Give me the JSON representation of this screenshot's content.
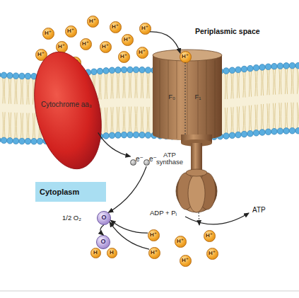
{
  "diagram": {
    "nodes": [
      {
        "text": [
          "H⁺"
        ]
      },
      {
        "text": [
          "H⁺"
        ]
      },
      {
        "text": [
          "H⁺"
        ]
      },
      {
        "text": [
          "H⁺"
        ]
      },
      {
        "text": [
          "H⁺"
        ]
      },
      {
        "text": [
          "H⁺"
        ]
      },
      {
        "text": [
          "H⁺"
        ]
      },
      {
        "text": [
          "H⁺"
        ]
      },
      {
        "text": [
          "H⁺"
        ]
      },
      {
        "text": [
          "H⁺"
        ]
      },
      {
        "text": [
          "H⁺"
        ]
      },
      {
        "text": [
          "H⁺"
        ]
      },
      {
        "text": [
          "H⁺"
        ]
      },
      {
        "text": [
          "Cytochrome aa₃"
        ]
      },
      {
        "text": [
          "F₀",
          "F₁",
          "ATP synthase"
        ]
      },
      {
        "text": [
          "H⁺"
        ],
        "in": 14
      },
      {
        "text": [
          "Cytoplasm"
        ]
      },
      {
        "text": [
          "e⁻"
        ]
      },
      {
        "text": [
          "e⁻"
        ]
      },
      {
        "text": [
          "O"
        ]
      },
      {
        "text": [
          "O"
        ]
      },
      {
        "text": [
          "H"
        ]
      },
      {
        "text": [
          "H"
        ]
      },
      {
        "text": [
          "H⁺"
        ]
      },
      {
        "text": [
          "H⁺"
        ]
      },
      {
        "text": [
          "H⁺"
        ]
      },
      {
        "text": [
          "H⁺"
        ]
      },
      {
        "text": [
          "H⁺"
        ]
      },
      {
        "text": [
          "H⁺"
        ]
      }
    ],
    "edges": [
      {
        "from": 4,
        "to": 15,
        "arrow": "to"
      },
      {
        "from": 13,
        "to": 17,
        "arrow": "to"
      },
      {
        "from": 18,
        "to": 19,
        "arrow": "to"
      },
      {
        "from": 23,
        "to": 19,
        "arrow": "to"
      },
      {
        "from": 26,
        "to": 19,
        "arrow": "to"
      },
      {
        "from": 19,
        "to": 20,
        "arrow": "to"
      }
    ],
    "labels": [
      "Periplasmic space",
      "1/2 O₂",
      "ADP + Pᵢ",
      "ATP"
    ]
  }
}
